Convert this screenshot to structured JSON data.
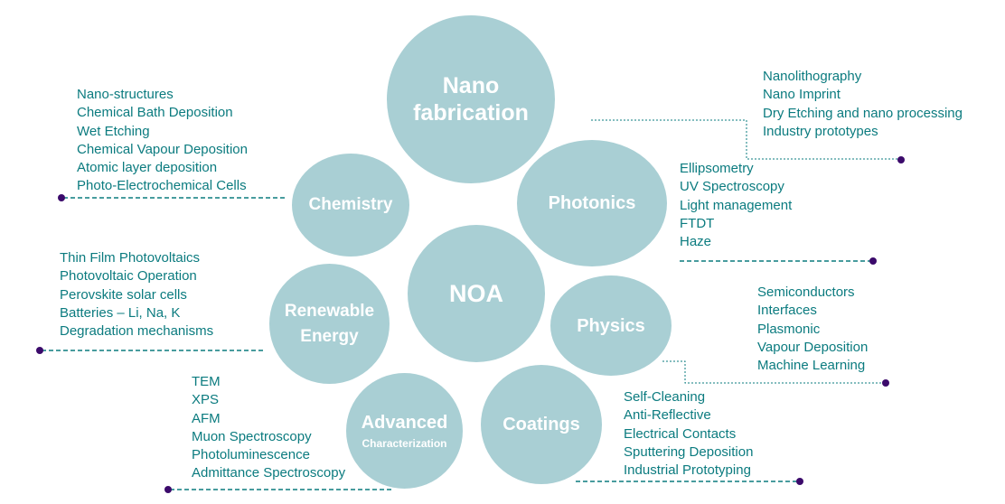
{
  "center": {
    "label": "NOA"
  },
  "topics": [
    {
      "label": "Nano fabrication",
      "items": [
        "Nanolithography",
        "Nano Imprint",
        "Dry Etching and nano processing",
        "Industry prototypes"
      ]
    },
    {
      "label": "Chemistry",
      "items": [
        "Nano-structures",
        "Chemical Bath Deposition",
        "Wet Etching",
        "Chemical Vapour Deposition",
        "Atomic layer deposition",
        "Photo-Electrochemical Cells"
      ]
    },
    {
      "label": "Photonics",
      "items": [
        "Ellipsometry",
        "UV Spectroscopy",
        "Light management",
        "FTDT",
        "Haze"
      ]
    },
    {
      "label": "Renewable Energy",
      "items": [
        "Thin Film Photovoltaics",
        "Photovoltaic Operation",
        "Perovskite solar cells",
        "Batteries – Li, Na, K",
        "Degradation mechanisms"
      ]
    },
    {
      "label": "Physics",
      "items": [
        "Semiconductors",
        "Interfaces",
        "Plasmonic",
        "Vapour Deposition",
        "Machine Learning"
      ]
    },
    {
      "label": "Advanced",
      "sublabel": "Characterization",
      "items": [
        "TEM",
        "XPS",
        "AFM",
        "Muon Spectroscopy",
        "Photoluminescence",
        "Admittance Spectroscopy"
      ]
    },
    {
      "label": "Coatings",
      "items": [
        "Self-Cleaning",
        "Anti-Reflective",
        "Electrical Contacts",
        "Sputtering Deposition",
        "Industrial Prototyping"
      ]
    }
  ],
  "colors": {
    "circle": "#a9cfd4",
    "text": "#0b7b7f",
    "dot": "#3b0a6b"
  }
}
